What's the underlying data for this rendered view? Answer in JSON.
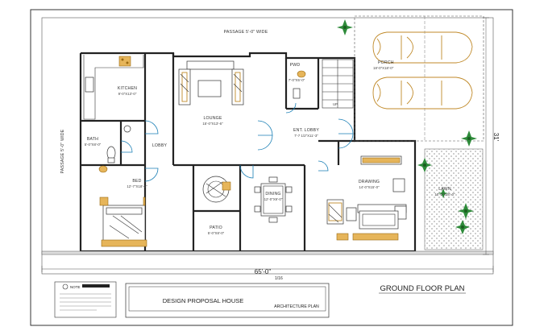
{
  "title_block": {
    "project": "DESIGN PROPOSAL HOUSE",
    "subtitle": "ARCHITECTURE PLAN",
    "plan_title": "GROUND FLOOR PLAN",
    "note_heading": "NOTE"
  },
  "dimensions": {
    "width": "65'-0\"",
    "width_fraction": "1/16",
    "depth": "31'"
  },
  "labels": {
    "passage_top": "PASSAGE 5'-0\" WIDE",
    "passage_left": "PASSAGE 5'-0\" WIDE",
    "porch": "PORCH",
    "porch_dim": "18'-0\"X18'-0\"",
    "kitchen": "KITCHEN",
    "kitchen_dim": "9'-0\"X13'-0\"",
    "lounge": "LOUNGE",
    "lounge_dim": "15'-0\"X13'-6\"",
    "pwd": "PWD",
    "pwd_dim": "7'-0\"X5'-0\"",
    "ent_lobby": "ENT. LOBBY",
    "ent_lobby_dim": "7'-7 1/2\"X11'-3\"",
    "up": "UP",
    "bath": "BATH",
    "bath_dim": "5'-0\"X8'-0\"",
    "lobby": "LOBBY",
    "bed": "BED",
    "bed_dim": "12'-7\"X18'-0\"",
    "dining": "DINING",
    "dining_dim": "12'-0\"X9'-0\"",
    "drawing": "DRAWING",
    "drawing_dim": "14'-0\"X15'-0\"",
    "patio": "PATIO",
    "patio_dim": "5'-0\"X8'-0\"",
    "lawn": "LAWN",
    "lawn_dim": "10'-0\"X20'-0\""
  },
  "colors": {
    "walls": "#222222",
    "doors": "#1a7fb5",
    "furniture_accent": "#c08a2a",
    "plants": "#2e8b3a"
  }
}
